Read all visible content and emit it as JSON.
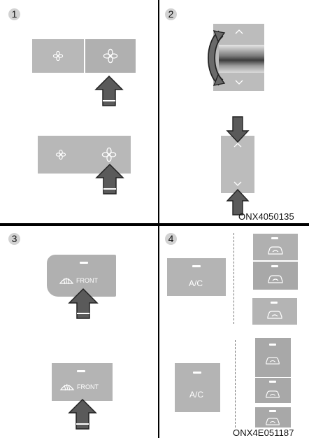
{
  "panels": {
    "p1": {
      "number": "1"
    },
    "p2": {
      "number": "2"
    },
    "p3": {
      "number": "3"
    },
    "p4": {
      "number": "4"
    }
  },
  "codes": {
    "top": "ONX4050135",
    "bottom": "ONX4E051187"
  },
  "buttons": {
    "front_label": "FRONT",
    "ac_label": "A/C"
  },
  "icons": {
    "fan": "fan-icon",
    "defrost": "front-defrost-icon",
    "recirc": "recirculation-car-icon",
    "arrow": "push-arrow-icon",
    "rotate": "rotate-arrow-icon"
  },
  "colors": {
    "button": "#b4b4b4",
    "arrow_fill": "#5a5a5a",
    "divider": "#000000"
  }
}
